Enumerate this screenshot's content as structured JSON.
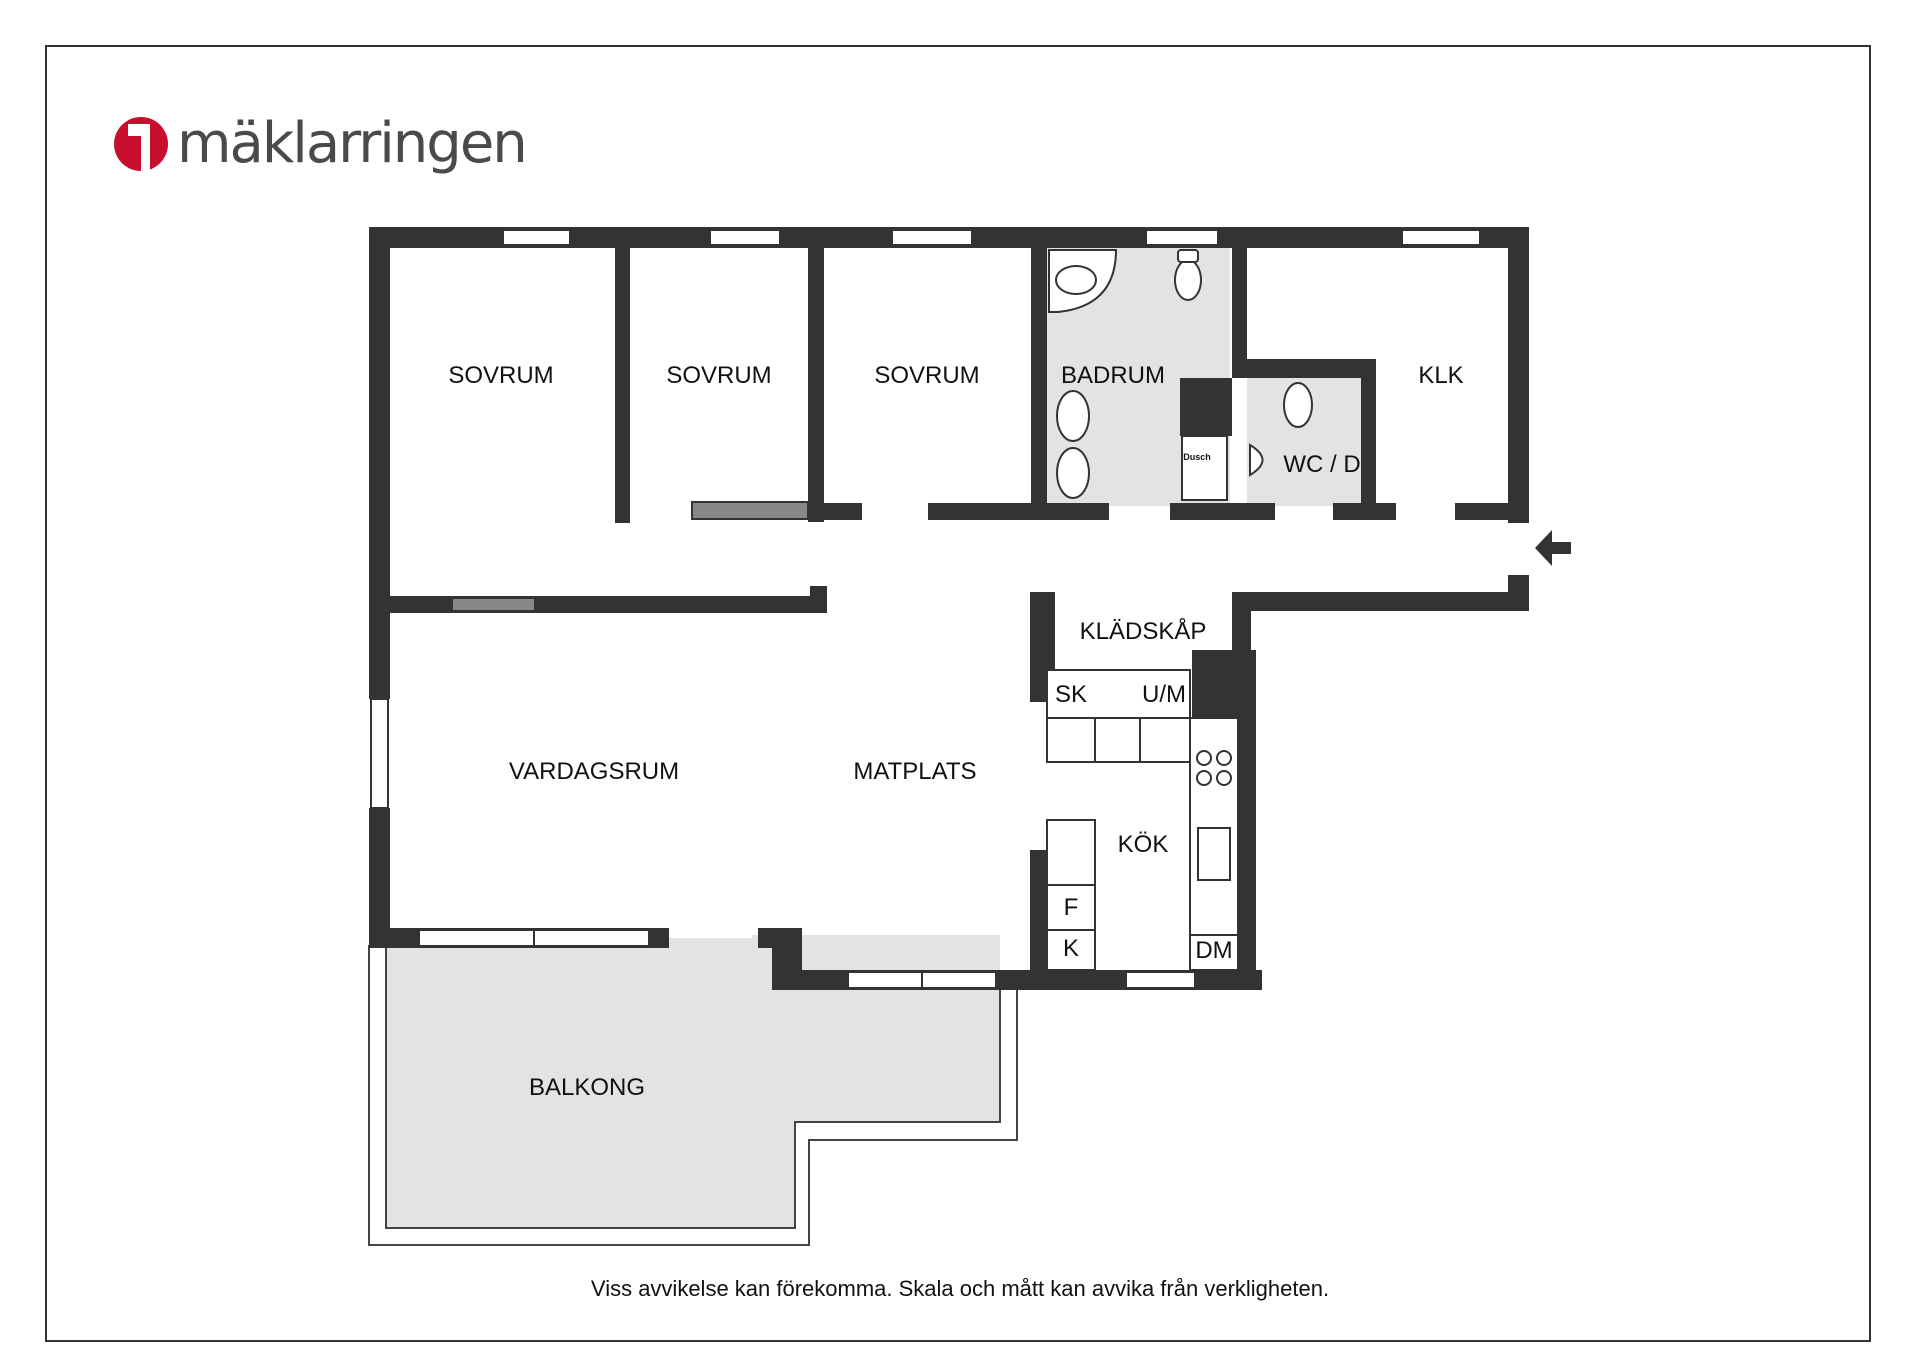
{
  "brand": {
    "name": "mäklarringen",
    "color": "#c8102e"
  },
  "rooms": {
    "sovrum_1": "SOVRUM",
    "sovrum_2": "SOVRUM",
    "sovrum_3": "SOVRUM",
    "badrum": "BADRUM",
    "dusch": "Dusch",
    "klk": "KLK",
    "wc": "WC / D",
    "kladskap": "KLÄDSKÅP",
    "sk": "SK",
    "um": "U/M",
    "vardagsrum": "VARDAGSRUM",
    "matplats": "MATPLATS",
    "kok": "KÖK",
    "f": "F",
    "k": "K",
    "dm": "DM",
    "balkong": "BALKONG"
  },
  "colors": {
    "wall": "#333333",
    "floor_grey": "#e3e3e3",
    "door_grey": "#888888"
  },
  "icons": [
    "entrance-arrow-icon",
    "bathtub-icon",
    "toilet-icon",
    "sink-icon",
    "stove-icon"
  ],
  "footer": {
    "disclaimer": "Viss avvikelse kan förekomma. Skala och mått kan avvika från verkligheten."
  }
}
